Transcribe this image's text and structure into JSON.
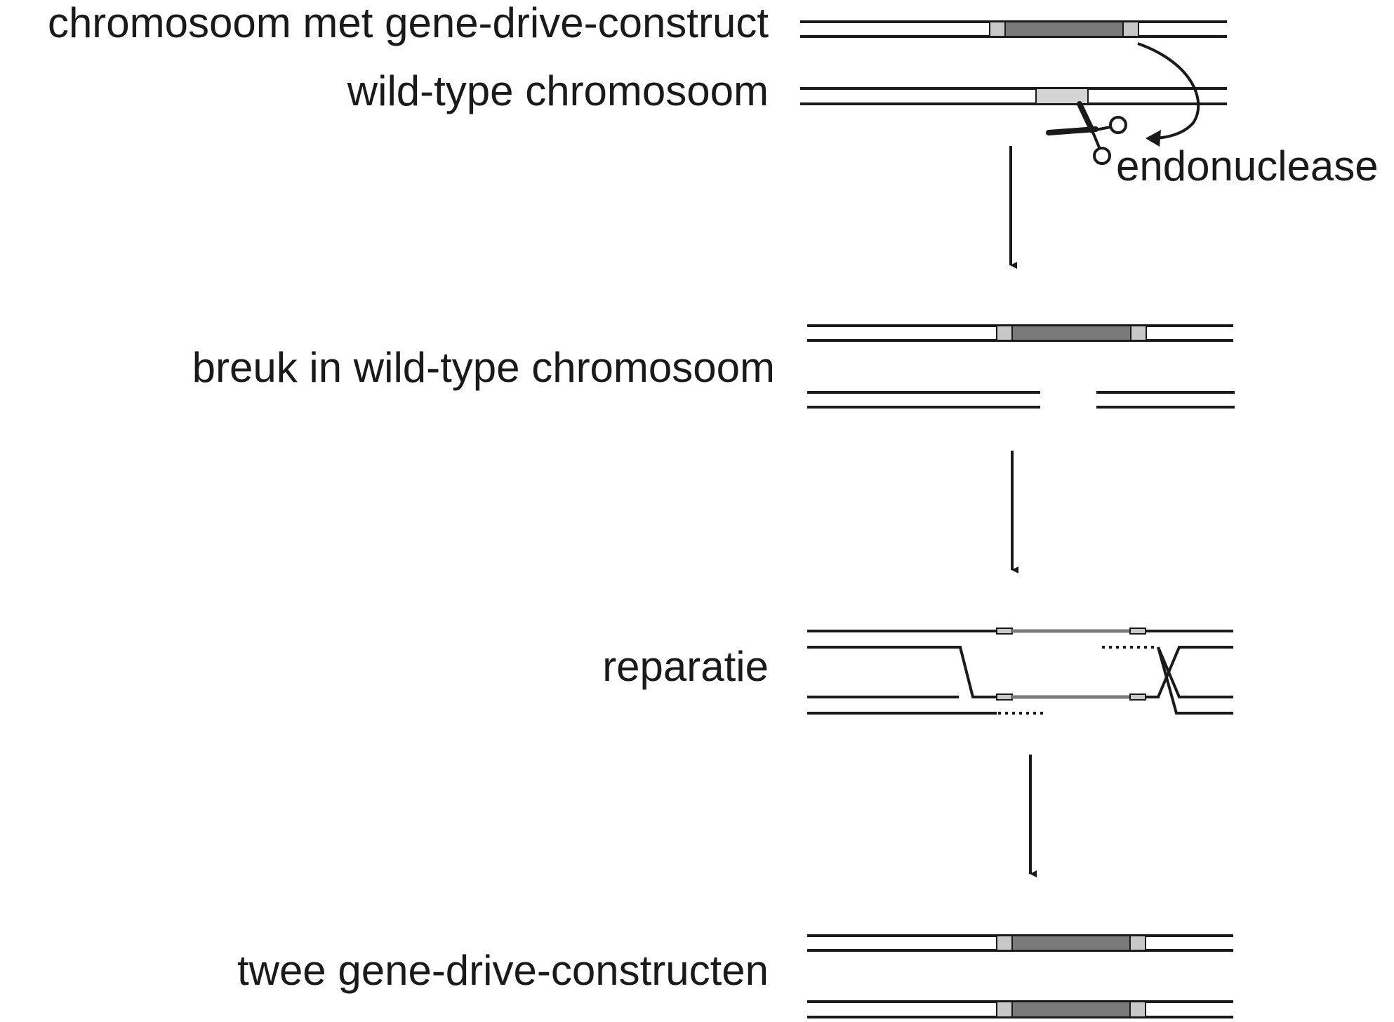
{
  "labels": {
    "row1": "chromosoom met gene-drive-construct",
    "row2": "wild-type chromosoom",
    "endonuclease": "endonuclease",
    "break": "breuk in wild-type chromosoom",
    "repair": "reparatie",
    "result": "twee gene-drive-constructen"
  },
  "colors": {
    "line": "#1a1a1a",
    "construct_core": "#7a7a7a",
    "construct_flank": "#c8c8c8",
    "wildtype_site": "#d4d4d4"
  },
  "icons": {
    "scissors": "scissors-icon"
  }
}
